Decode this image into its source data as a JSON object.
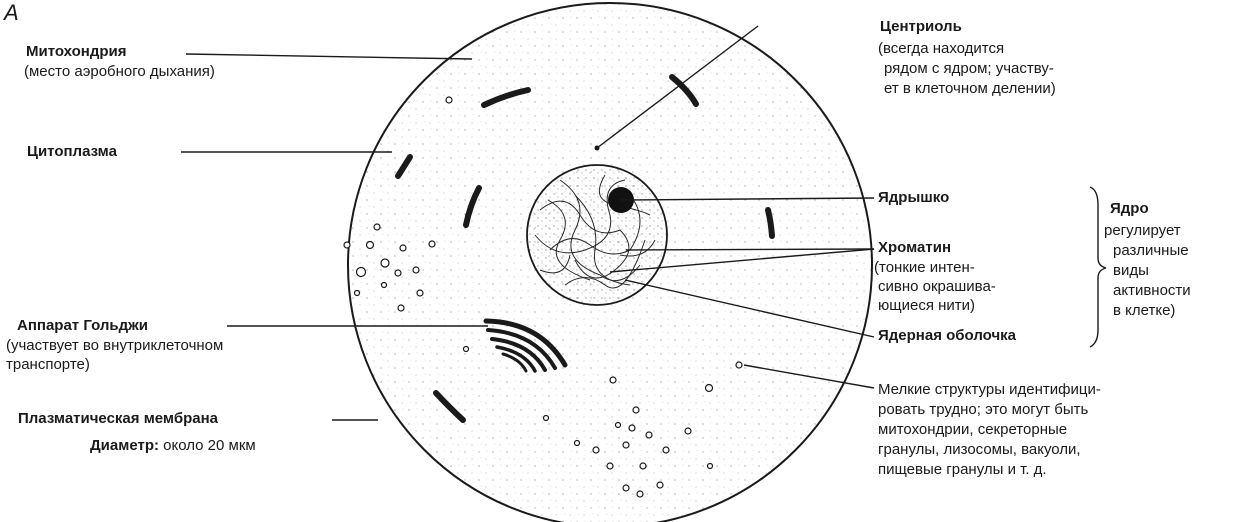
{
  "figure_letter": "А",
  "labels": {
    "mitochondria": {
      "title": "Митохондрия",
      "desc": "(место аэробного дыхания)"
    },
    "cytoplasm": {
      "title": "Цитоплазма"
    },
    "golgi": {
      "title": "Аппарат   Гольджи",
      "desc_lines": [
        "(участвует во внутриклеточном",
        "транспорте)"
      ]
    },
    "membrane": {
      "title": "Плазматическая мембрана"
    },
    "diameter": {
      "title": "Диаметр:",
      "value": " около 20 мкм"
    },
    "centriole": {
      "title": "Центриоль",
      "desc_lines": [
        "(всегда находится",
        "рядом с ядром; участву-",
        "ет в клеточном делении)"
      ]
    },
    "nucleolus": {
      "title": "Ядрышко"
    },
    "chromatin": {
      "title": "Хроматин",
      "desc_lines": [
        "(тонкие интен-",
        "сивно окрашива-",
        "ющиеся нити)"
      ]
    },
    "nuclear_envelope": {
      "title": "Ядерная оболочка"
    },
    "nucleus": {
      "title": "Ядро",
      "desc_lines": [
        "регулирует",
        "различные",
        "виды",
        "активности",
        "в клетке)"
      ]
    },
    "small_structures": {
      "desc_lines": [
        "Мелкие структуры идентифици-",
        "ровать трудно; это могут быть",
        "митохондрии, секреторные",
        "гранулы, лизосомы, вакуоли,",
        "пищевые гранулы и т. д."
      ]
    }
  }
}
